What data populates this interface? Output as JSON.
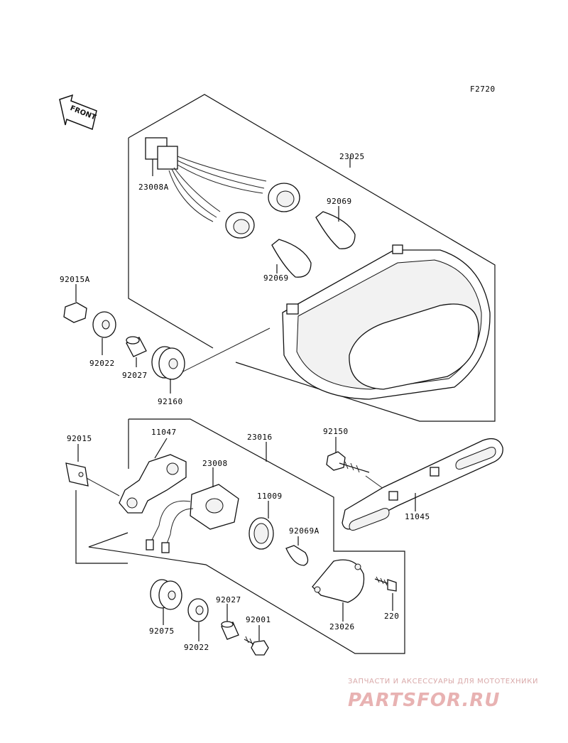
{
  "diagram_code": "F2720",
  "front_label": "FRONT",
  "labels": {
    "p23025": "23025",
    "p23008A": "23008A",
    "p92069_top": "92069",
    "p92069_bottom": "92069",
    "p92015A": "92015A",
    "p92022_top": "92022",
    "p92027_top": "92027",
    "p92160": "92160",
    "p92015": "92015",
    "p11047": "11047",
    "p23016": "23016",
    "p23008": "23008",
    "p11009": "11009",
    "p92069A": "92069A",
    "p92150": "92150",
    "p11045": "11045",
    "p220": "220",
    "p23026": "23026",
    "p92027_bottom": "92027",
    "p92001": "92001",
    "p92075": "92075",
    "p92022_bottom": "92022"
  },
  "watermark": {
    "line1": "ЗАПЧАСТИ И АКСЕССУАРЫ ДЛЯ МОТОТЕХНИКИ",
    "line2": "PARTSFOR.RU"
  }
}
